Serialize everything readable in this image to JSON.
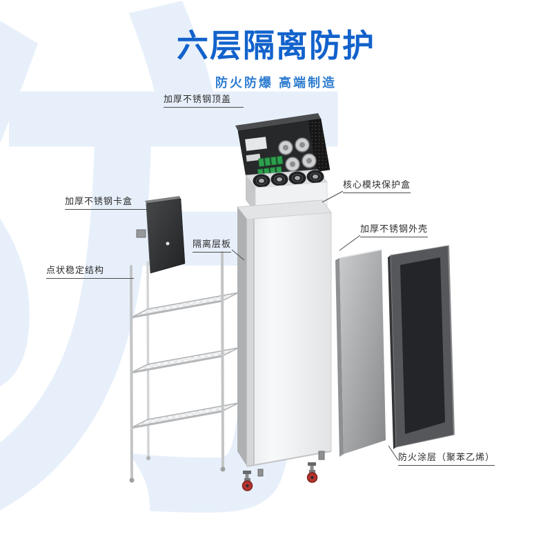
{
  "header": {
    "title": "六层隔离防护",
    "subtitle": "防火防爆 高端制造"
  },
  "watermark": "防",
  "callouts": {
    "top_cover": "加厚不锈钢顶盖",
    "core_module_box": "核心模块保护盒",
    "card_box": "加厚不锈钢卡盒",
    "isolation_shelf": "隔离层板",
    "outer_shell": "加厚不锈钢外壳",
    "dot_structure": "点状稳定结构",
    "fire_coating": "防火涂层（聚苯乙烯）"
  },
  "colors": {
    "title_blue": "#1262cc",
    "subtitle_blue": "#2e7cd0",
    "watermark_blue": "#e7f0fa",
    "wheel_red": "#b5342e",
    "terminal_green": "#2fa04e"
  }
}
